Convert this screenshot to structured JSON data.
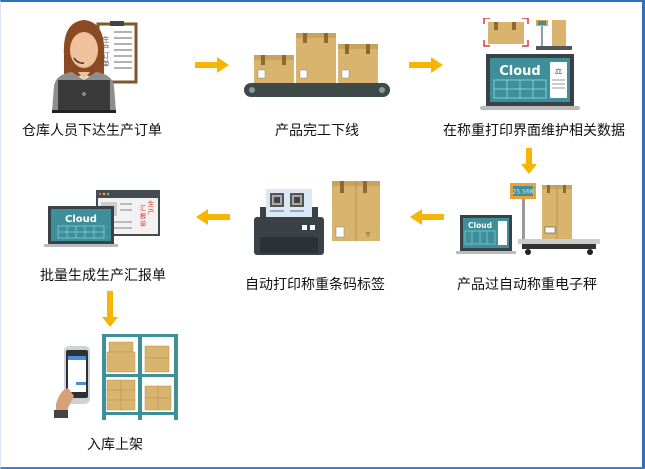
{
  "diagram": {
    "title": "",
    "colors": {
      "frame_border": "#2e6fc0",
      "arrow": "#f7b500",
      "box": "#d9b46e",
      "box_tape": "#8a6a35",
      "screen": "#3e8f99",
      "device_dark": "#3a4247",
      "cloud_text": "#ffffff",
      "form_red": "#d9383a"
    },
    "steps": [
      {
        "id": 1,
        "label": "仓库人员下达生产订单",
        "icon": "clerk-with-laptop-and-order-clipboard",
        "clipboard_text": "生产订单"
      },
      {
        "id": 2,
        "label": "产品完工下线",
        "icon": "boxes-on-conveyor"
      },
      {
        "id": 3,
        "label": "在称重打印界面维护相关数据",
        "icon": "cloud-laptop-with-scale",
        "screen_text": "Cloud"
      },
      {
        "id": 4,
        "label": "产品过自动称重电子秤",
        "icon": "electronic-scale-with-box",
        "screen_text": "Cloud",
        "scale_reading": "25.568"
      },
      {
        "id": 5,
        "label": "自动打印称重条码标签",
        "icon": "barcode-printer-with-box"
      },
      {
        "id": 6,
        "label": "批量生成生产汇报单",
        "icon": "cloud-laptop-with-report",
        "screen_text": "Cloud",
        "report_text": "生产汇报单"
      },
      {
        "id": 7,
        "label": "入库上架",
        "icon": "handheld-scanner-and-shelving"
      }
    ],
    "flow": [
      {
        "from": 1,
        "to": 2,
        "direction": "right"
      },
      {
        "from": 2,
        "to": 3,
        "direction": "right"
      },
      {
        "from": 3,
        "to": 4,
        "direction": "down"
      },
      {
        "from": 4,
        "to": 5,
        "direction": "left"
      },
      {
        "from": 5,
        "to": 6,
        "direction": "left"
      },
      {
        "from": 6,
        "to": 7,
        "direction": "down"
      }
    ]
  }
}
